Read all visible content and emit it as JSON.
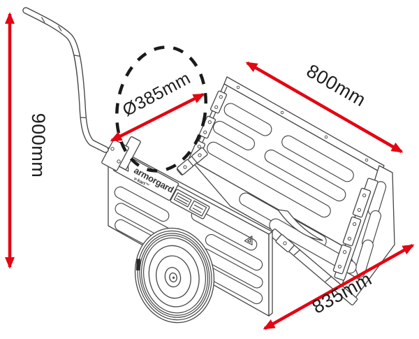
{
  "diagram": {
    "product": {
      "brand": "armorgard",
      "model": "v-kart™"
    },
    "dimensions": {
      "height": {
        "label": "900mm"
      },
      "wheel_diameter": {
        "label": "Ø385mm"
      },
      "length_top": {
        "label": "800mm"
      },
      "length_bottom": {
        "label": "835mm"
      }
    },
    "colors": {
      "dimension_red": "#e30613",
      "line_gray": "#454545",
      "label_text": "#1d1d1b",
      "background": "#ffffff"
    }
  }
}
